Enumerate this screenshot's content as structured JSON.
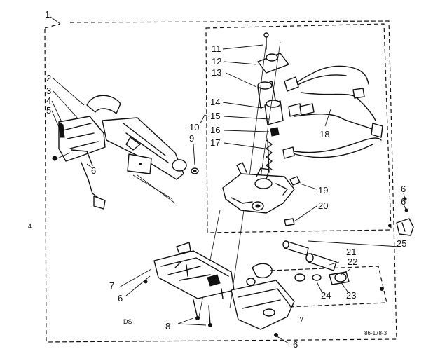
{
  "diagram": {
    "callouts": [
      "1",
      "2",
      "3",
      "4",
      "5",
      "6",
      "7",
      "8",
      "9",
      "10",
      "11",
      "12",
      "13",
      "14",
      "15",
      "16",
      "17",
      "18",
      "19",
      "20",
      "21",
      "22",
      "23",
      "24",
      "25"
    ],
    "extra_six_labels": [
      "6",
      "6",
      "6",
      "6"
    ],
    "ds_label": "DS",
    "tick_mark": "y",
    "ref_code": "86-178-3",
    "margin_mark": "4"
  },
  "colors": {
    "ink": "#111111",
    "paper": "#ffffff"
  }
}
